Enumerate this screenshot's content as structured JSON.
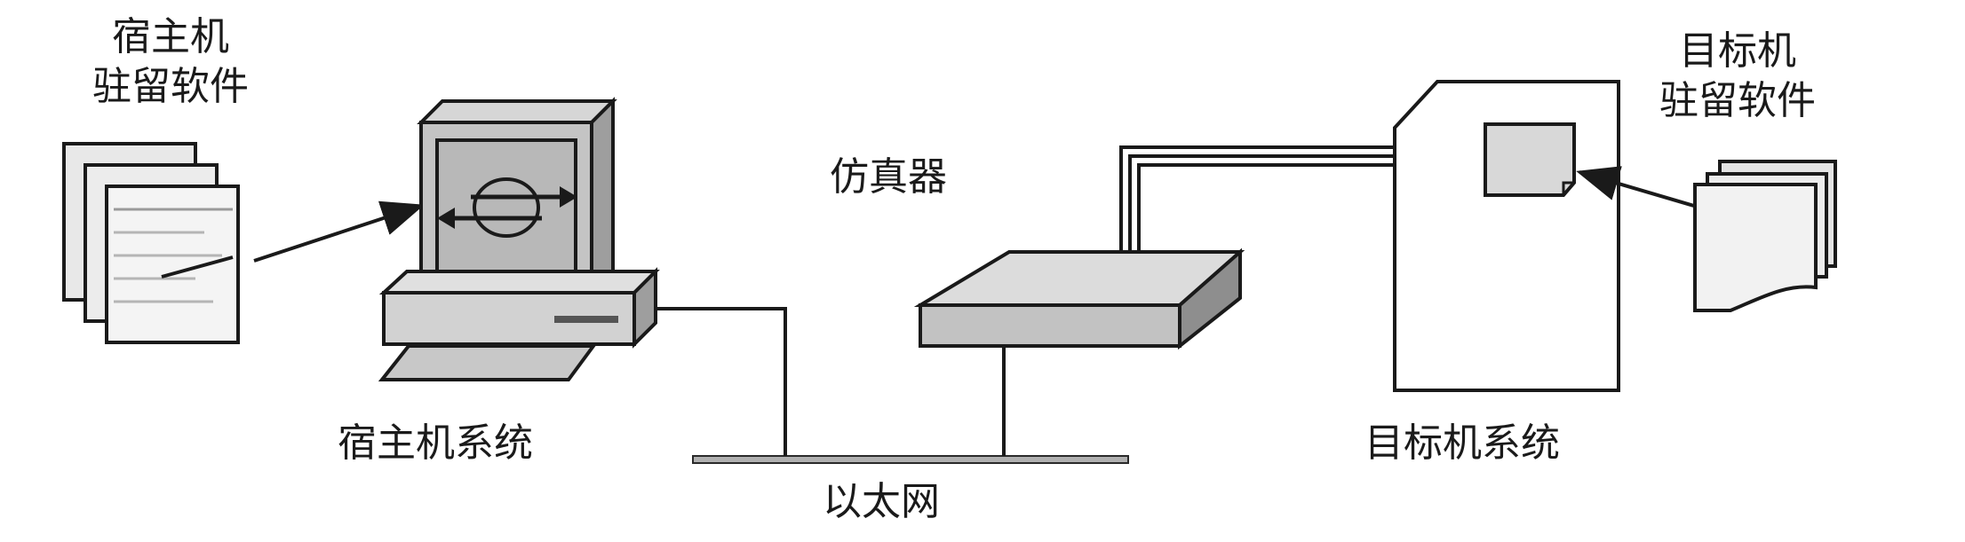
{
  "labels": {
    "host_software": [
      "宿主机",
      "驻留软件"
    ],
    "target_software": [
      "目标机",
      "驻留软件"
    ],
    "emulator": "仿真器",
    "host_system": "宿主机系统",
    "target_system": "目标机系统",
    "ethernet": "以太网"
  },
  "colors": {
    "stroke": "#1a1a1a",
    "device_gray": "#c4c4c4",
    "device_light": "#dedede",
    "screen_gray": "#b8b8b8",
    "paper": "#f2f2f2"
  }
}
